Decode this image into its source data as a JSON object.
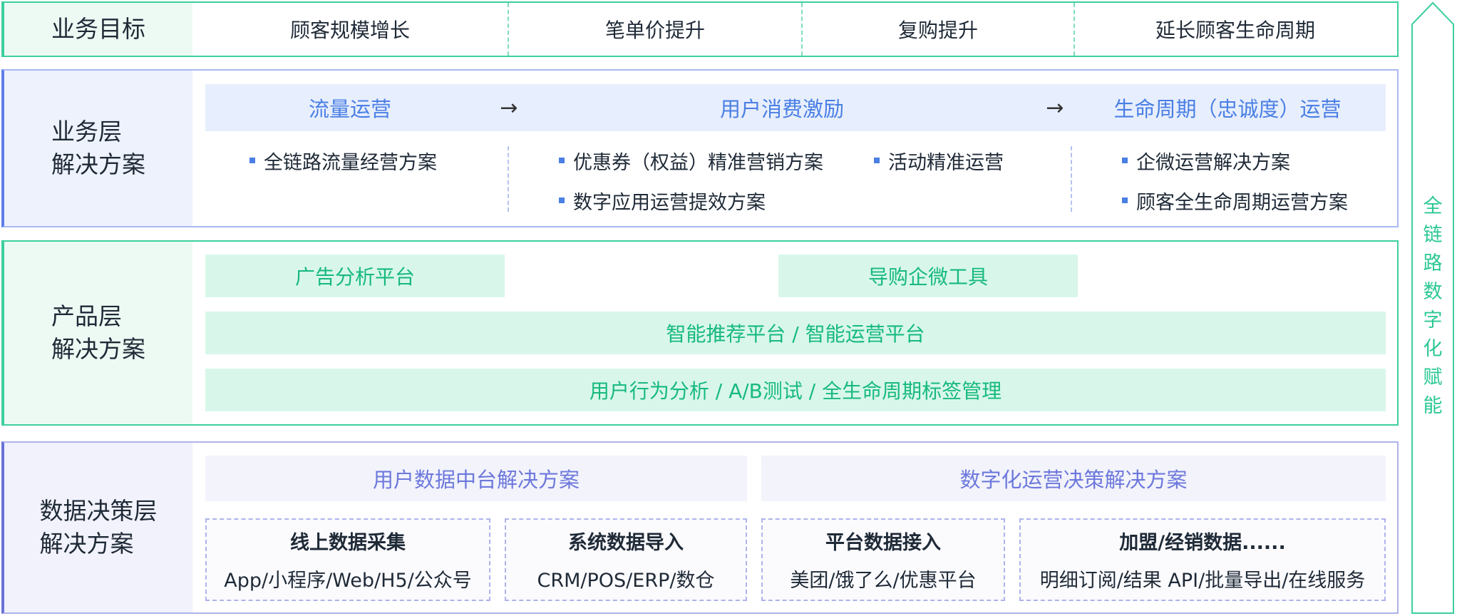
{
  "goal_row": {
    "label": "业务目标",
    "items": [
      "顾客规模增长",
      "笔单价提升",
      "复购提升",
      "延长顾客生命周期"
    ]
  },
  "business_row": {
    "label_lines": [
      "业务层",
      "解决方案"
    ],
    "stages": [
      "流量运营",
      "用户消费激励",
      "生命周期（忠诚度）运营"
    ],
    "arrow": "→",
    "items": {
      "traffic": [
        "全链路流量经营方案"
      ],
      "incentive": [
        "优惠券（权益）精准营销方案",
        "活动精准运营",
        "数字应用运营提效方案"
      ],
      "lifecycle": [
        "企微运营解决方案",
        "顾客全生命周期运营方案"
      ]
    }
  },
  "product_row": {
    "label_lines": [
      "产品层",
      "解决方案"
    ],
    "boxes": [
      "广告分析平台",
      "导购企微工具",
      "智能推荐平台 / 智能运营平台",
      "用户行为分析 / A/B测试 / 全生命周期标签管理"
    ]
  },
  "data_row": {
    "label_lines": [
      "数据决策层",
      "解决方案"
    ],
    "headers": [
      "用户数据中台解决方案",
      "数字化运营决策解决方案"
    ],
    "sources": [
      {
        "title": "线上数据采集",
        "sub": "App/小程序/Web/H5/公众号"
      },
      {
        "title": "系统数据导入",
        "sub": "CRM/POS/ERP/数仓"
      },
      {
        "title": "平台数据接入",
        "sub": "美团/饿了么/优惠平台"
      },
      {
        "title": "加盟/经销数据......",
        "sub": "明细订阅/结果 API/批量导出/在线服务"
      }
    ]
  },
  "side_banner": {
    "chars": [
      "全",
      "链",
      "路",
      "数",
      "字",
      "化",
      "赋",
      "能"
    ]
  },
  "colors": {
    "green": "#3ccf9e",
    "blue": "#4a7fe4",
    "purple": "#6d78dc"
  }
}
